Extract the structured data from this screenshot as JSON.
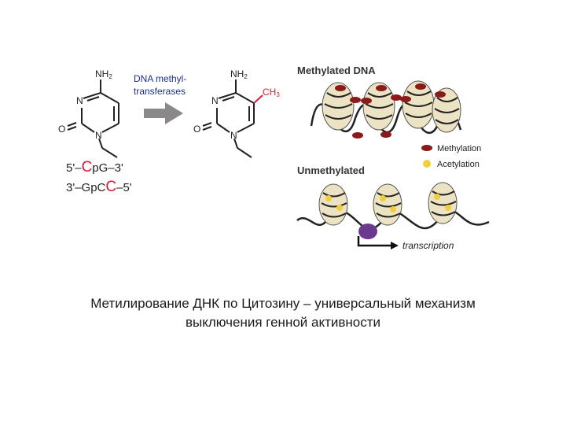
{
  "enzyme": {
    "line1": "DNA methyl-",
    "line2": "transferases"
  },
  "cytosine": {
    "amine": "NH",
    "amine_sub": "2",
    "ring_n": "N",
    "oxygen": "O"
  },
  "methylcytosine": {
    "amine": "NH",
    "amine_sub": "2",
    "methyl": "CH",
    "methyl_sub": "3",
    "ring_n": "N",
    "oxygen": "O"
  },
  "cpg": {
    "top": {
      "left": "5'–",
      "c": "C",
      "mid": "pG–3'"
    },
    "bottom": {
      "left": "3'–GpC",
      "c": "C",
      "right": "–5'"
    }
  },
  "methylated_title": "Methylated DNA",
  "unmethylated_title": "Unmethylated",
  "legend": {
    "methylation": "Methylation",
    "acetylation": "Acetylation"
  },
  "transcription": "transcription",
  "caption": {
    "line1": "Метилирование ДНК по Цитозину – универсальный механизм",
    "line2": "выключения генной активности"
  },
  "colors": {
    "enzyme_text": "#1c2f8f",
    "cpg_red": "#e0163a",
    "nucleosome": "#ece2c4",
    "methyl_mark": "#8b1a1a",
    "acetyl_mark": "#f2cf3a",
    "polymerase": "#6a3a8c",
    "arrow": "#8a8888"
  }
}
